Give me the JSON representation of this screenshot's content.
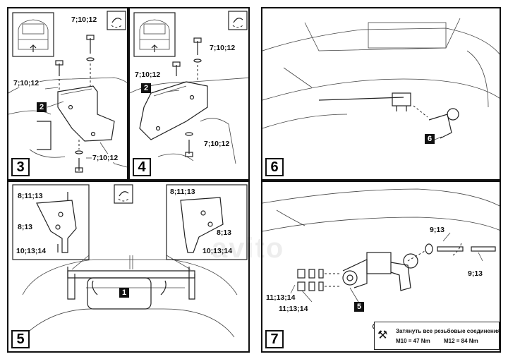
{
  "panels": [
    {
      "id": "p3",
      "step": "3",
      "labels": [
        "7;10;12",
        "7;10;12",
        "7;10;12",
        "2"
      ]
    },
    {
      "id": "p4",
      "step": "4",
      "labels": [
        "7;10;12",
        "7;10;12",
        "7;10;12",
        "2"
      ]
    },
    {
      "id": "p6",
      "step": "6",
      "labels": [
        "6"
      ]
    },
    {
      "id": "p5",
      "step": "5",
      "labels": [
        "8;11;13",
        "8;13",
        "10;13;14",
        "8;11;13",
        "8;13",
        "10;13;14",
        "1"
      ]
    },
    {
      "id": "p7",
      "step": "7",
      "labels": [
        "9;13",
        "9;13",
        "11;13;14",
        "11;13;14",
        "5"
      ]
    }
  ],
  "note": {
    "line1": "Затянуть все резьбовые соединения",
    "line2": "M10 = 47 Nm",
    "line3": "M12 = 84 Nm"
  },
  "watermark": "avito"
}
